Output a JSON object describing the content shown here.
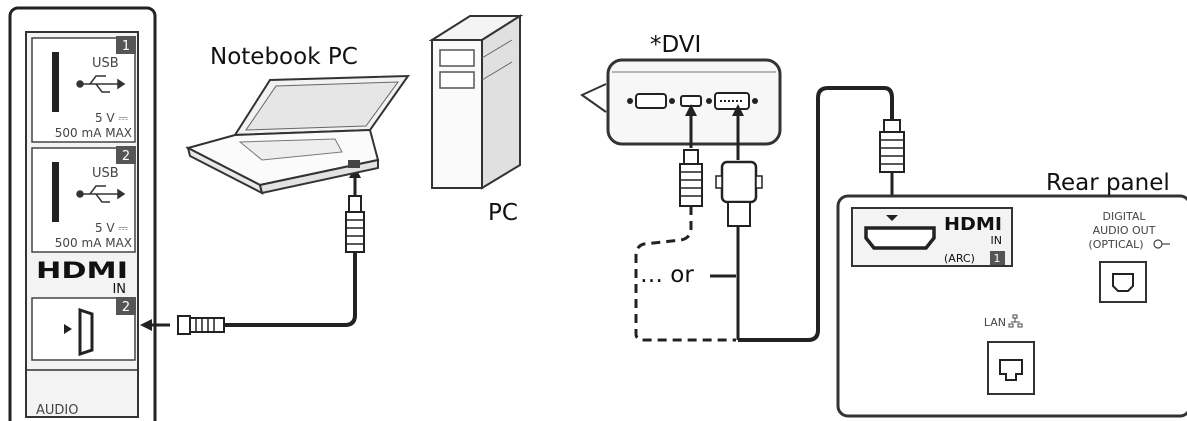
{
  "labels": {
    "notebook": "Notebook PC",
    "pc": "PC",
    "dvi": "*DVI",
    "rear_panel": "Rear panel",
    "or": "… or"
  },
  "side_panel": {
    "usb1": {
      "label": "USB",
      "number": "1",
      "voltage": "5 V ⎓",
      "current": "500 mA MAX"
    },
    "usb2": {
      "label": "USB",
      "number": "2",
      "voltage": "5 V ⎓",
      "current": "500 mA MAX"
    },
    "hdmi": {
      "logo": "HDMI",
      "sub": "IN",
      "number": "2"
    },
    "audio": "AUDIO"
  },
  "rear": {
    "hdmi_logo": "HDMI",
    "hdmi_in": "IN",
    "arc": "(ARC)",
    "arc_number": "1",
    "digital_audio_1": "DIGITAL",
    "digital_audio_2": "AUDIO OUT",
    "digital_audio_3": "(OPTICAL)",
    "lan": "LAN"
  },
  "colors": {
    "line": "#1a1a1a",
    "panel_fill": "#f3f3f3",
    "device_fill": "#f7f7f7",
    "badge": "#555555"
  },
  "icons": [
    "usb-icon",
    "hdmi-port-icon",
    "optical-port-icon",
    "lan-port-icon",
    "network-icon",
    "optical-symbol-icon"
  ]
}
